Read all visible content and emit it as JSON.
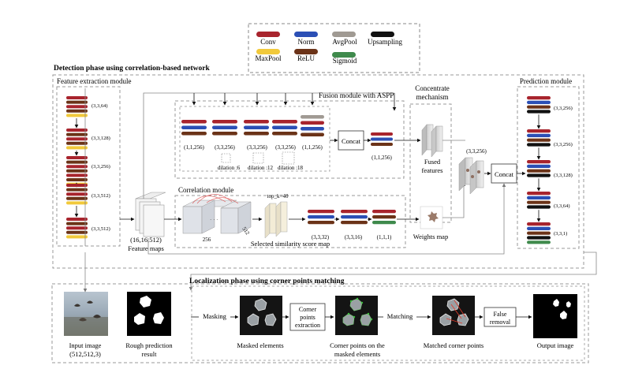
{
  "legend": {
    "items": [
      {
        "label": "Conv",
        "color": "#a8242d"
      },
      {
        "label": "Norm",
        "color": "#2b4fb5"
      },
      {
        "label": "AvgPool",
        "color": "#a09a93"
      },
      {
        "label": "Upsampling",
        "color": "#111111"
      },
      {
        "label": "MaxPool",
        "color": "#f1c93b"
      },
      {
        "label": "ReLU",
        "color": "#6b3318"
      },
      {
        "label": "Sigmoid",
        "color": "#3f8a4c"
      }
    ]
  },
  "detection": {
    "title": "Detection phase using correlation-based network",
    "feature_module": {
      "title": "Feature extraction module",
      "block_labels": [
        "(3,3,64)",
        "(3,3,128)",
        "(3,3,256)",
        "(3,3,512)",
        "(3,3,512)"
      ]
    },
    "feature_maps": {
      "size": "(16,16,512)",
      "label": "Feature maps"
    },
    "fusion": {
      "title": "Fusion  module with ASPP",
      "branch_sizes": [
        "(1,1,256)",
        "(3,3,256)",
        "(3,3,256)",
        "(3,3,256)",
        "(1,1,256)"
      ],
      "dilations": [
        "dilation :6",
        "dilation :12",
        "dilation :18"
      ],
      "concat": "Concat",
      "out_size": "(1,1,256)"
    },
    "concentrate": {
      "title_line1": "Concentrate",
      "title_line2": "mechanism"
    },
    "fused": {
      "line1": "Fused",
      "line2": "features"
    },
    "correlation": {
      "title": "Correlation module",
      "dim_a": "256",
      "dim_b": "512",
      "topk": "top_k=40",
      "sizes": [
        "(3,3,32)",
        "(3,3,16)",
        "(1,1,1)"
      ],
      "caption": "Selected similarity score map"
    },
    "weights_map": "Weights map",
    "weights_size": "(3,3,256)",
    "concat2": "Concat",
    "prediction": {
      "title": "Prediction module",
      "sizes": [
        "(3,3,256)",
        "(3,3,256)",
        "(3,3,128)",
        "(3,3,64)",
        "(3,3,1)"
      ]
    }
  },
  "localization": {
    "title": "Localization phase using corner points matching",
    "input_line1": "Input image",
    "input_line2": "(512,512,3)",
    "rough_line1": "Rough prediction",
    "rough_line2": "result",
    "masking": "Masking",
    "masked": "Masked elements",
    "corner_box_line1": "Corner",
    "corner_box_line2": "points",
    "corner_box_line3": "extraction",
    "corner_label_line1": "Corner points on the",
    "corner_label_line2": "masked elements",
    "matching": "Matching",
    "matched": "Matched corner points",
    "false_line1": "False",
    "false_line2": "removal",
    "output": "Output image"
  }
}
